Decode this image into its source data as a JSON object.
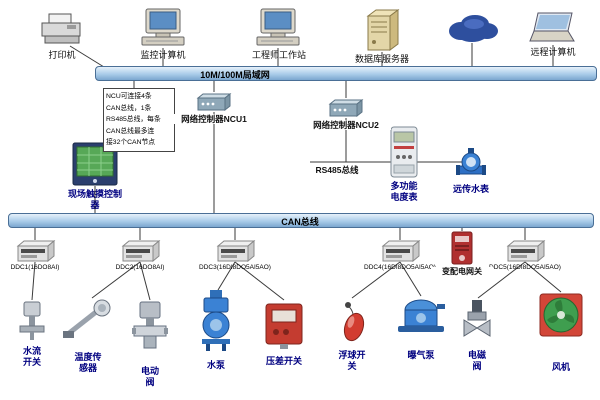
{
  "buses": {
    "lan": {
      "label": "10M/100M局域网"
    },
    "can": {
      "label": "CAN总线"
    },
    "rs485": {
      "label": "RS485总线"
    }
  },
  "note": {
    "lines": [
      "NCU可连接4条",
      "CAN总线，1条",
      "RS485总线，每条",
      "CAN总线最多连",
      "接32个CAN节点"
    ]
  },
  "top_devices": [
    {
      "label": "打印机"
    },
    {
      "label": "监控计算机"
    },
    {
      "label": "工程师工作站"
    },
    {
      "label": "数据库服务器"
    },
    {
      "label": "远程计算机"
    }
  ],
  "controllers": [
    {
      "label": "网络控制器NCU1"
    },
    {
      "label": "网络控制器NCU2"
    }
  ],
  "field_controller": {
    "label": "现场触摸控制器"
  },
  "meters": [
    {
      "label": "多功能电度表"
    },
    {
      "label": "远传水表"
    }
  ],
  "ddcs": [
    {
      "label": "DDC1(16DO8AI)"
    },
    {
      "label": "DDC2(16DO8AI)"
    },
    {
      "label": "DDC3(16DI8DO5AI5AO)"
    },
    {
      "label": "DDC4(16DI8DO5AI5AO)"
    },
    {
      "label": "DDC5(16DI8DO5AI5AO)"
    }
  ],
  "gateway": {
    "label": "变配电网关"
  },
  "field_devices": [
    {
      "label": "水流开关"
    },
    {
      "label": "温度传感器"
    },
    {
      "label": "电动阀"
    },
    {
      "label": "水泵"
    },
    {
      "label": "压差开关"
    },
    {
      "label": "浮球开关"
    },
    {
      "label": "曝气泵"
    },
    {
      "label": "电磁阀"
    },
    {
      "label": "风机"
    }
  ],
  "colors": {
    "bus_fill": "#aacce9",
    "device_label_navy": "#000080"
  }
}
